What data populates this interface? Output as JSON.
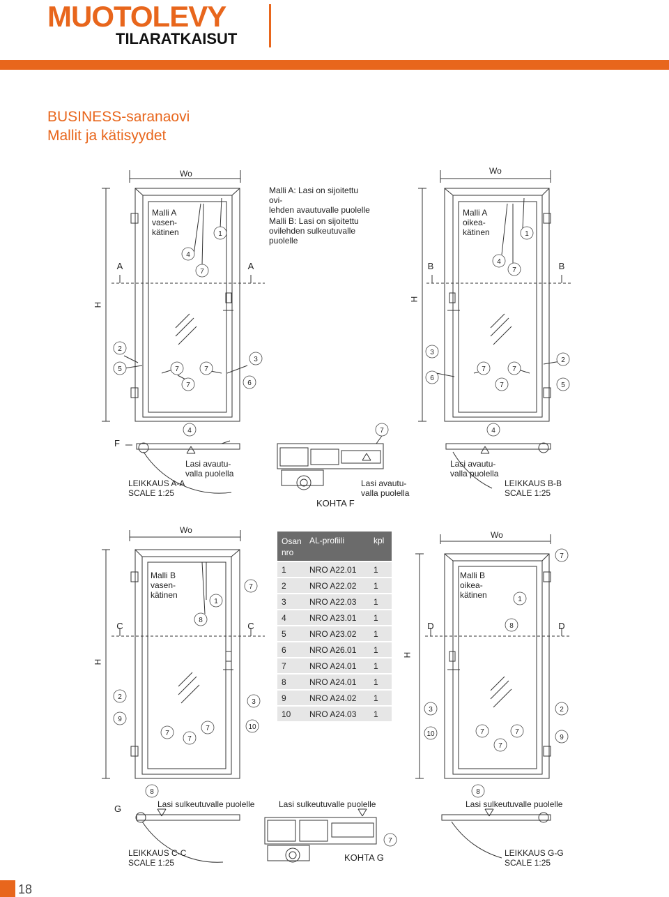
{
  "brand": {
    "name": "MUOTOLEVY",
    "sub": "TILARATKAISUT",
    "color": "#e8661c"
  },
  "title": {
    "line1": "BUSINESS-saranaovi",
    "line2": "Mallit ja kätisyydet"
  },
  "notes": {
    "a": "Malli A: Lasi on sijoitettu ovi-\nlehden avautuvalle puolelle",
    "b": "Malli B: Lasi on sijoitettu\novilehden sulkeutuvalle\npuolelle"
  },
  "doors": {
    "a_left": {
      "name": "Malli A\nvasen-\nkätinen"
    },
    "a_right": {
      "name": "Malli A\noikea-\nkätinen"
    },
    "b_left": {
      "name": "Malli B\nvasen-\nkätinen"
    },
    "b_right": {
      "name": "Malli B\noikea-\nkätinen"
    }
  },
  "dim": {
    "wo": "Wo",
    "h": "H"
  },
  "sections": {
    "f_label": "F",
    "g_label": "G",
    "aa": "LEIKKAUS A-A\nSCALE 1:25",
    "bb": "LEIKKAUS B-B\nSCALE 1:25",
    "cc": "LEIKKAUS C-C\nSCALE 1:25",
    "gg": "LEIKKAUS G-G\nSCALE 1:25",
    "kohta_f": "KOHTA F",
    "kohta_g": "KOHTA G",
    "avautuvalla": "Lasi avautu-\nvalla puolella",
    "sulkeutuvalle": "Lasi sulkeutuvalle puolelle"
  },
  "table": {
    "headers": [
      "Osan\nnro",
      "AL-profiili",
      "kpl"
    ],
    "rows": [
      [
        "1",
        "NRO A22.01",
        "1"
      ],
      [
        "2",
        "NRO A22.02",
        "1"
      ],
      [
        "3",
        "NRO A22.03",
        "1"
      ],
      [
        "4",
        "NRO A23.01",
        "1"
      ],
      [
        "5",
        "NRO A23.02",
        "1"
      ],
      [
        "6",
        "NRO A26.01",
        "1"
      ],
      [
        "7",
        "NRO A24.01",
        "1"
      ],
      [
        "8",
        "NRO A24.01",
        "1"
      ],
      [
        "9",
        "NRO A24.02",
        "1"
      ],
      [
        "10",
        "NRO A24.03",
        "1"
      ]
    ]
  },
  "page": "18"
}
